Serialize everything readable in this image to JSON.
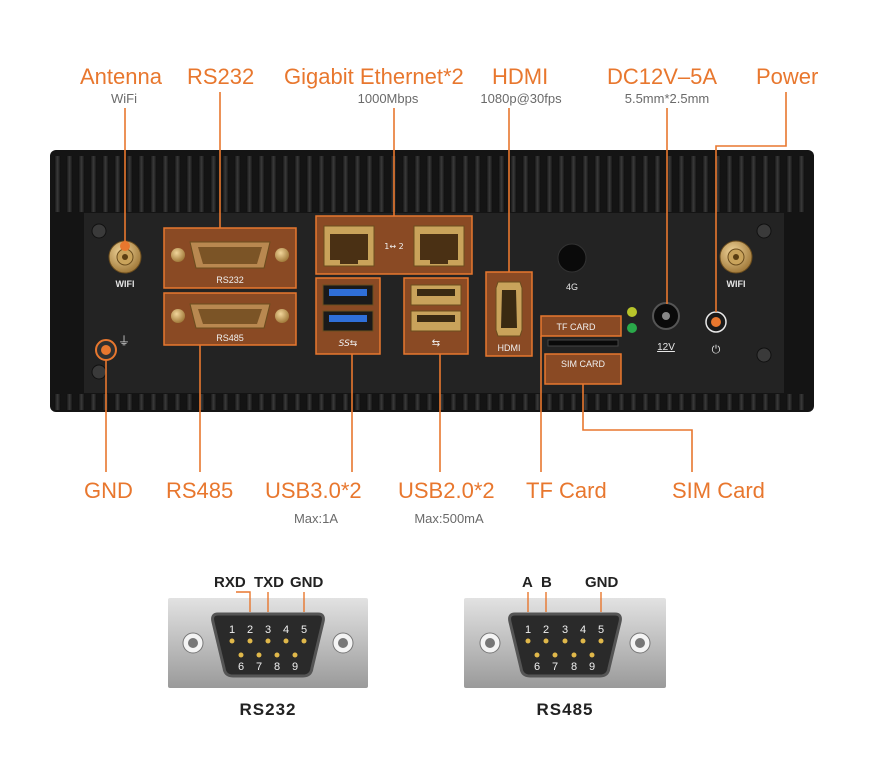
{
  "callouts_top": {
    "antenna": {
      "title": "Antenna",
      "sub": "WiFi"
    },
    "rs232": {
      "title": "RS232"
    },
    "ethernet": {
      "title": "Gigabit Ethernet*2",
      "sub": "1000Mbps"
    },
    "hdmi": {
      "title": "HDMI",
      "sub": "1080p@30fps"
    },
    "dc": {
      "title": "DC12V–5A",
      "sub": "5.5mm*2.5mm"
    },
    "power": {
      "title": "Power"
    }
  },
  "callouts_bottom": {
    "gnd": {
      "title": "GND"
    },
    "rs485": {
      "title": "RS485"
    },
    "usb3": {
      "title": "USB3.0*2",
      "sub": "Max:1A"
    },
    "usb2": {
      "title": "USB2.0*2",
      "sub": "Max:500mA"
    },
    "tf": {
      "title": "TF Card"
    },
    "sim": {
      "title": "SIM Card"
    }
  },
  "device_labels": {
    "wifi_left": "WIFI",
    "wifi_right": "WIFI",
    "rs232": "RS232",
    "rs485": "RS485",
    "eth_link": "1↔ 2",
    "lte": "4G",
    "hdmi": "HDMI",
    "tf_card": "TF CARD",
    "sim_card": "SIM CARD",
    "dc_12v": "12V",
    "usb3_logo": "SS⇆",
    "usb2_logo": "⇆",
    "gnd_symbol": "⏚",
    "power_symbol": "⏻"
  },
  "pinouts": {
    "rs232": {
      "caption": "RS232",
      "signals": [
        "RXD",
        "TXD",
        "GND"
      ],
      "top_pins": [
        "1",
        "2",
        "3",
        "4",
        "5"
      ],
      "bottom_pins": [
        "6",
        "7",
        "8",
        "9"
      ]
    },
    "rs485": {
      "caption": "RS485",
      "signals": [
        "A",
        "B",
        "GND"
      ],
      "top_pins": [
        "1",
        "2",
        "3",
        "4",
        "5"
      ],
      "bottom_pins": [
        "6",
        "7",
        "8",
        "9"
      ]
    }
  },
  "colors": {
    "accent": "#e8772e",
    "chassis": "#161616",
    "panel": "#242424",
    "port_highlight": "#8a4a24"
  }
}
